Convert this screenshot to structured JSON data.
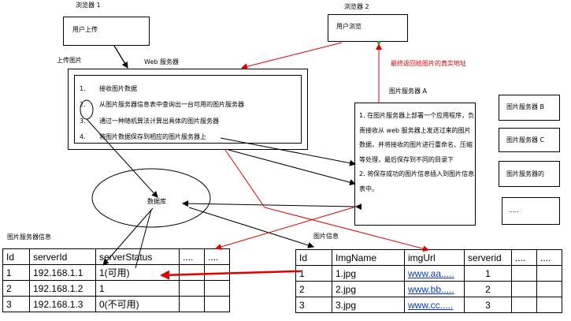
{
  "browser1": {
    "title": "浏览器 1",
    "action": "用户上传"
  },
  "browser2": {
    "title": "浏览器 2",
    "action": "用户浏览"
  },
  "upload_label": "上传图片",
  "web_server": {
    "title": "Web 服务器",
    "steps": [
      {
        "num": "1.",
        "text": "接收图片数据"
      },
      {
        "num": "2.",
        "text": "从图片服务器信息表中查询出一台可用的图片服务器"
      },
      {
        "num": "3.",
        "text": "通过一种随机算法计算出具体的图片服务器"
      },
      {
        "num": "4.",
        "text": "将图片数据保存到相应的图片服务器上"
      }
    ]
  },
  "return_note": "最终返回给图片的真实地址",
  "image_server_a": {
    "title": "图片服务器 A",
    "paragraphs": [
      "1. 在图片服务器上部署一个应用程序，负责接收从 web 服务器上发送过来的图片数据，并将接收的图片进行重命名、压缩等处理，最后保存到不同的目录下",
      "2. 将保存成功的图片信息插入到图片信息表中。"
    ]
  },
  "other_servers": [
    "图片服务器 B",
    "图片服务器 C",
    "图片服务器的",
    "....."
  ],
  "database": {
    "label": "数据库"
  },
  "server_table": {
    "title": "图片服务器信息",
    "headers": [
      "Id",
      "serverId",
      "serverStatus",
      "....",
      "...."
    ],
    "rows": [
      [
        "1",
        "192.168.1.1",
        "1(可用)",
        "",
        ""
      ],
      [
        "2",
        "192.168.1.2",
        "1",
        "",
        ""
      ],
      [
        "3",
        "192.168.1.3",
        "0(不可用)",
        "",
        ""
      ]
    ]
  },
  "image_table": {
    "title": "图片信息",
    "headers": [
      "Id",
      "ImgName",
      "imgUrl",
      "serverid",
      "....",
      "...."
    ],
    "rows": [
      [
        "1",
        "1.jpg",
        "www.aa.....",
        "1",
        "",
        ""
      ],
      [
        "2",
        "2.jpg",
        "www.bb.....",
        "2",
        "",
        ""
      ],
      [
        "3",
        "3.jpg",
        "www.cc.....",
        "3",
        "",
        ""
      ]
    ]
  },
  "colors": {
    "arrow_black": "#000000",
    "arrow_red": "#e00000",
    "link_blue": "#0a3cc2"
  }
}
